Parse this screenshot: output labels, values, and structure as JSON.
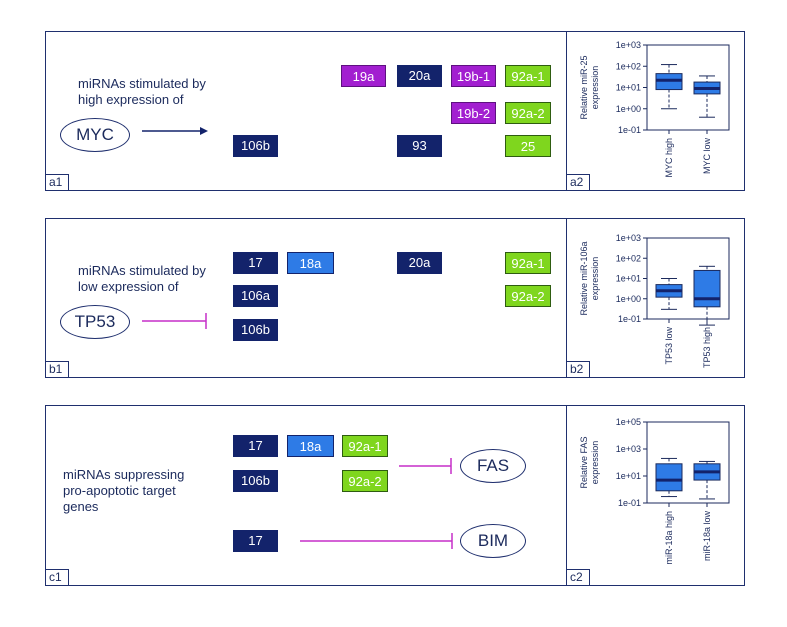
{
  "panels": [
    {
      "tag_left": "a1",
      "tag_right": "a2",
      "description": [
        "miRNAs stimulated by",
        "high expression of"
      ],
      "gene": "MYC",
      "regulation": "stimulates",
      "mirnas": [
        {
          "label": "19a",
          "color": "purple"
        },
        {
          "label": "20a",
          "color": "dark"
        },
        {
          "label": "19b-1",
          "color": "purple"
        },
        {
          "label": "92a-1",
          "color": "green"
        },
        {
          "label": "19b-2",
          "color": "purple"
        },
        {
          "label": "92a-2",
          "color": "green"
        },
        {
          "label": "106b",
          "color": "dark"
        },
        {
          "label": "93",
          "color": "dark"
        },
        {
          "label": "25",
          "color": "green"
        }
      ]
    },
    {
      "tag_left": "b1",
      "tag_right": "b2",
      "description": [
        "miRNAs stimulated by",
        "low expression of"
      ],
      "gene": "TP53",
      "regulation": "inhibits",
      "mirnas": [
        {
          "label": "17",
          "color": "dark"
        },
        {
          "label": "18a",
          "color": "light"
        },
        {
          "label": "20a",
          "color": "dark"
        },
        {
          "label": "92a-1",
          "color": "green"
        },
        {
          "label": "106a",
          "color": "dark"
        },
        {
          "label": "92a-2",
          "color": "green"
        },
        {
          "label": "106b",
          "color": "dark"
        }
      ]
    },
    {
      "tag_left": "c1",
      "tag_right": "c2",
      "description": [
        "miRNAs suppressing",
        "pro-apoptotic target",
        "genes"
      ],
      "targets": [
        "FAS",
        "BIM"
      ],
      "regulation": "inhibits",
      "mirnas": [
        {
          "label": "17",
          "color": "dark"
        },
        {
          "label": "18a",
          "color": "light"
        },
        {
          "label": "92a-1",
          "color": "green"
        },
        {
          "label": "106b",
          "color": "dark"
        },
        {
          "label": "92a-2",
          "color": "green"
        },
        {
          "label": "17",
          "color": "dark"
        }
      ]
    }
  ],
  "colors": {
    "dark": "#13236b",
    "light": "#2e7be6",
    "green": "#7fd61e",
    "purple": "#a21fd0",
    "activation_arrow": "#13236b",
    "inhibition_line": "#c62fc9",
    "box_fill": "#2e7be6",
    "median": "#13236b"
  },
  "chart_data": [
    {
      "type": "box",
      "ylabel": [
        "Relative miR-25",
        "expression"
      ],
      "yscale": "log",
      "ylim": [
        0.1,
        1000
      ],
      "ticks": [
        "1e-01",
        "1e+00",
        "1e+01",
        "1e+02",
        "1e+03"
      ],
      "tick_values": [
        0.1,
        1,
        10,
        100,
        1000
      ],
      "categories": [
        "MYC high",
        "MYC low"
      ],
      "boxes": [
        {
          "whisker_low": 1,
          "q1": 8,
          "median": 22,
          "q3": 45,
          "whisker_high": 120
        },
        {
          "whisker_low": 0.4,
          "q1": 5,
          "median": 9,
          "q3": 18,
          "whisker_high": 35
        }
      ]
    },
    {
      "type": "box",
      "ylabel": [
        "Relative miR-106a",
        "expression"
      ],
      "yscale": "log",
      "ylim": [
        0.1,
        1000
      ],
      "ticks": [
        "1e-01",
        "1e+00",
        "1e+01",
        "1e+02",
        "1e+03"
      ],
      "tick_values": [
        0.1,
        1,
        10,
        100,
        1000
      ],
      "categories": [
        "TP53 low",
        "TP53 high"
      ],
      "boxes": [
        {
          "whisker_low": 0.3,
          "q1": 1.2,
          "median": 2.5,
          "q3": 5,
          "whisker_high": 10
        },
        {
          "whisker_low": 0.05,
          "q1": 0.4,
          "median": 1,
          "q3": 25,
          "whisker_high": 40
        }
      ]
    },
    {
      "type": "box",
      "ylabel": [
        "Relative FAS",
        "expression"
      ],
      "yscale": "log",
      "ylim": [
        0.1,
        100000
      ],
      "ticks": [
        "1e-01",
        "1e+01",
        "1e+03",
        "1e+05"
      ],
      "tick_values": [
        0.1,
        10,
        1000,
        100000
      ],
      "categories": [
        "miR-18a high",
        "miR-18a low"
      ],
      "boxes": [
        {
          "whisker_low": 0.3,
          "q1": 0.8,
          "median": 5,
          "q3": 80,
          "whisker_high": 200
        },
        {
          "whisker_low": 0.2,
          "q1": 5,
          "median": 20,
          "q3": 80,
          "whisker_high": 120
        }
      ]
    }
  ]
}
